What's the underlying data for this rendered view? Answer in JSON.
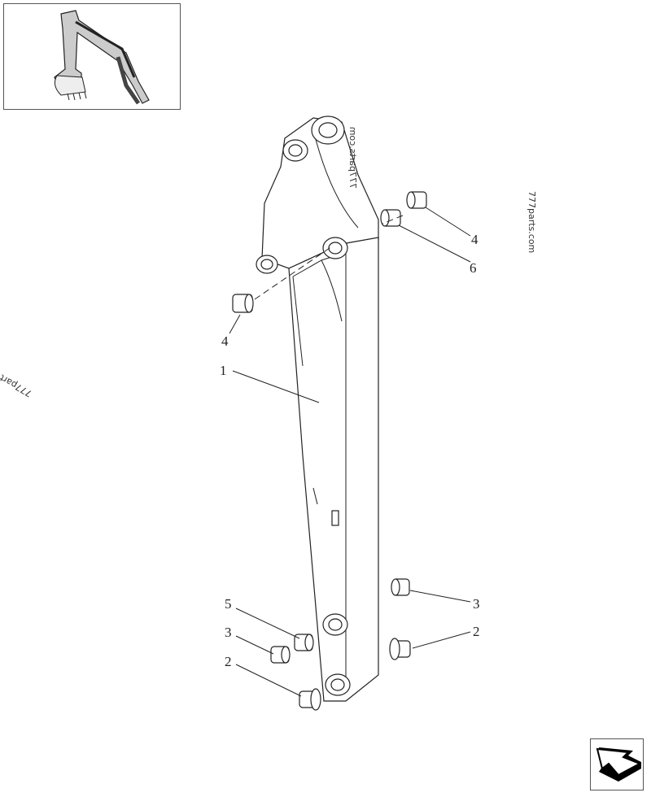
{
  "diagram": {
    "callouts": [
      {
        "id": "callout-4-top",
        "label": "4"
      },
      {
        "id": "callout-6",
        "label": "6"
      },
      {
        "id": "callout-4-left",
        "label": "4"
      },
      {
        "id": "callout-1",
        "label": "1"
      },
      {
        "id": "callout-3-right",
        "label": "3"
      },
      {
        "id": "callout-5",
        "label": "5"
      },
      {
        "id": "callout-3-left",
        "label": "3"
      },
      {
        "id": "callout-2-right",
        "label": "2"
      },
      {
        "id": "callout-2-left",
        "label": "2"
      }
    ],
    "watermarks": [
      "777parts.com",
      "777parts.com",
      "777part"
    ],
    "thumbnail_icon": "excavator-arm-thumbnail",
    "nav_icon": "arrow-back-icon"
  }
}
